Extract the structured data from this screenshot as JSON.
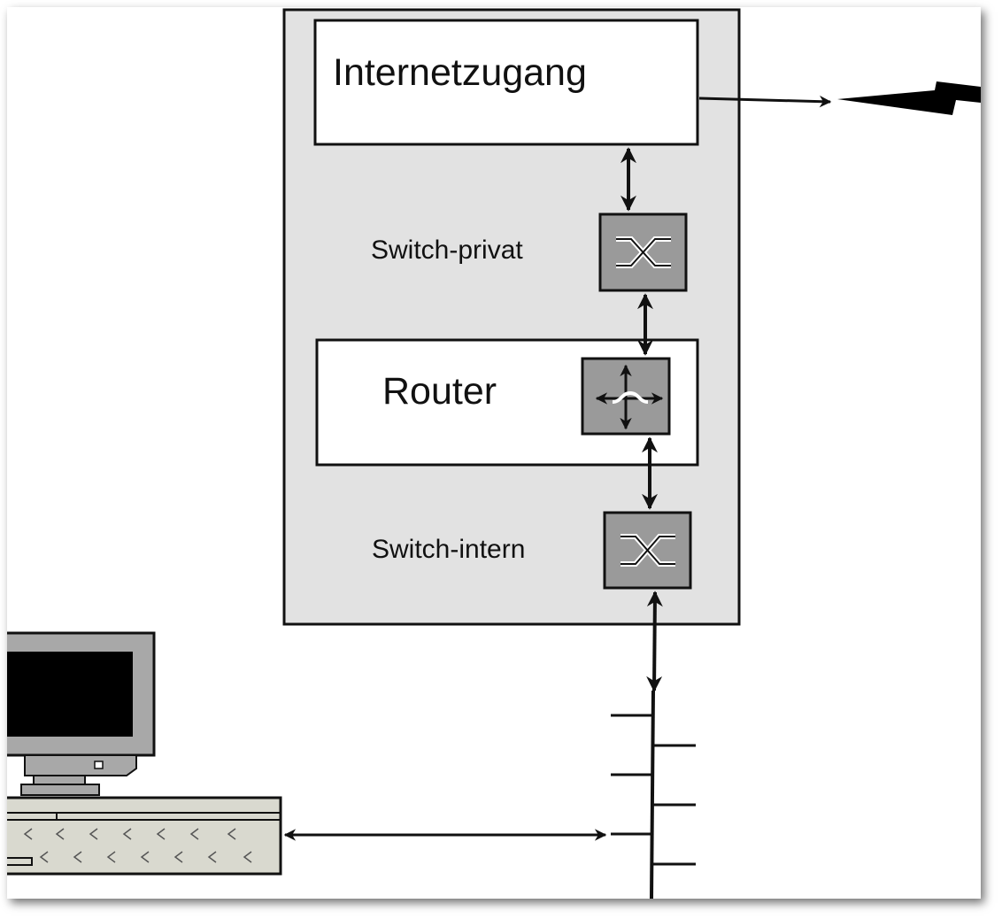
{
  "labels": {
    "internet_access": "Internetzugang",
    "switch_private": "Switch-privat",
    "router": "Router",
    "switch_internal": "Switch-intern"
  },
  "icons": [
    "switch-icon",
    "router-icon",
    "lightning-icon",
    "computer-icon",
    "keyboard-icon"
  ],
  "colors": {
    "enclosure": "#e2e2e2",
    "device": "#9a9a9a",
    "line": "#111111"
  }
}
